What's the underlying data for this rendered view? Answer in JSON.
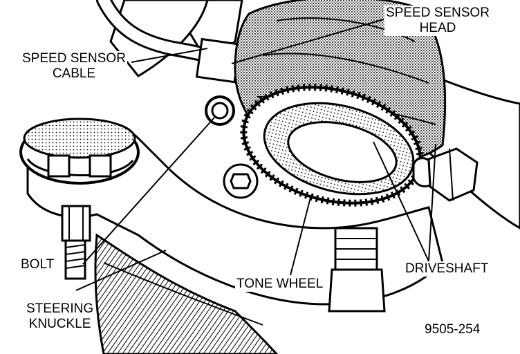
{
  "diagram": {
    "labels": {
      "speed_sensor_cable": [
        "SPEED SENSOR",
        "CABLE"
      ],
      "speed_sensor_head": [
        "SPEED SENSOR",
        "HEAD"
      ],
      "bolt": "BOLT",
      "steering_knuckle": [
        "STEERING",
        "KNUCKLE"
      ],
      "tone_wheel": "TONE WHEEL",
      "driveshaft": "DRIVESHAFT",
      "figure_number": "9505-254"
    },
    "colors": {
      "ink": "#000000",
      "paper": "#ffffff",
      "shade": "#9a9a9a"
    }
  }
}
